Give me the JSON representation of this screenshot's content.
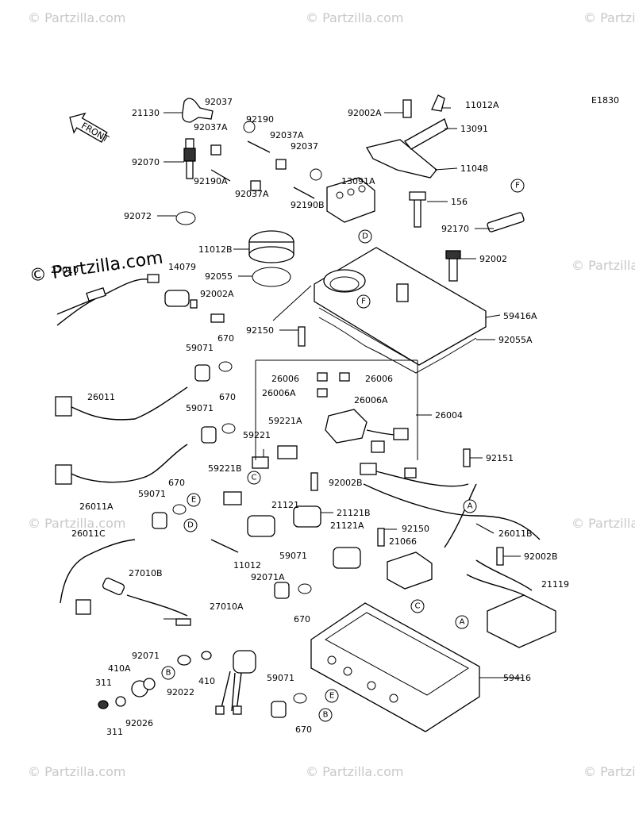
{
  "diagram_code": "E1830",
  "front_label": "FRONT",
  "watermark": {
    "main": "© Partzilla.com",
    "faint": "© Partzilla.com"
  },
  "parts": [
    "21130",
    "92037",
    "92190",
    "92037A",
    "92037A",
    "92037",
    "92070",
    "92190A",
    "92037A",
    "92190B",
    "92072",
    "13091A",
    "92002A",
    "11012A",
    "13091",
    "11048",
    "156",
    "92170",
    "11012B",
    "92002",
    "14079",
    "27010",
    "92055",
    "92002A",
    "59416A",
    "92055A",
    "92150",
    "670",
    "59071",
    "26006",
    "26006",
    "26006A",
    "26006A",
    "26004",
    "26011",
    "670",
    "59071",
    "59221A",
    "59221",
    "92151",
    "26011A",
    "59221B",
    "92002B",
    "670",
    "59071",
    "21121",
    "21121B",
    "21121A",
    "92150",
    "26011B",
    "21066",
    "92002B",
    "26011C",
    "59071",
    "11012",
    "92071A",
    "27010B",
    "27010A",
    "21119",
    "670",
    "92071",
    "410A",
    "410",
    "92022",
    "59416",
    "311",
    "92026",
    "311",
    "59071",
    "670"
  ],
  "callouts": [
    "D",
    "F",
    "F",
    "C",
    "A",
    "E",
    "D",
    "C",
    "A",
    "B",
    "E",
    "B"
  ]
}
